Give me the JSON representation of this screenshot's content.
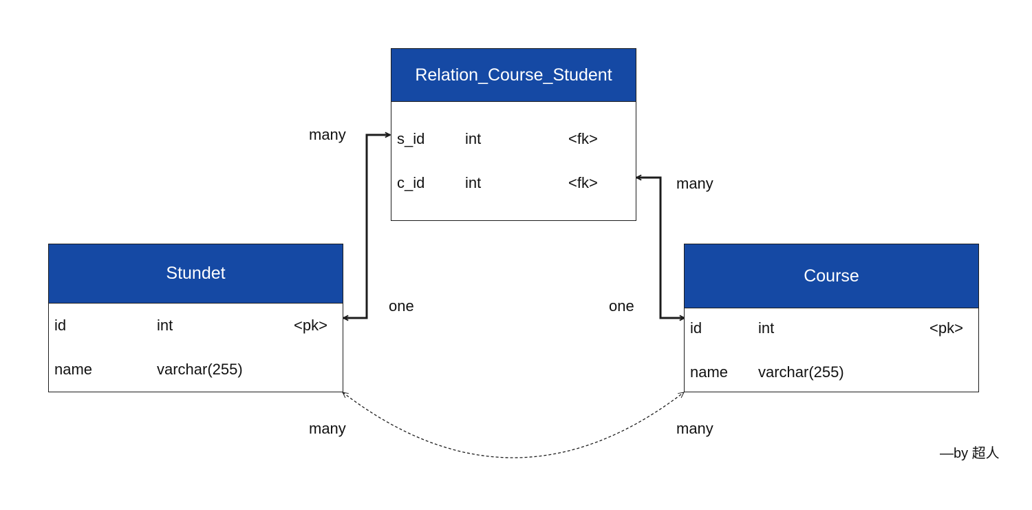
{
  "tables": {
    "relation": {
      "title": "Relation_Course_Student",
      "rows": [
        {
          "name": "s_id",
          "type": "int",
          "key": "<fk>"
        },
        {
          "name": "c_id",
          "type": "int",
          "key": "<fk>"
        }
      ]
    },
    "student": {
      "title": "Stundet",
      "rows": [
        {
          "name": "id",
          "type": "int",
          "key": "<pk>"
        },
        {
          "name": "name",
          "type": "varchar(255)",
          "key": ""
        }
      ]
    },
    "course": {
      "title": "Course",
      "rows": [
        {
          "name": "id",
          "type": "int",
          "key": "<pk>"
        },
        {
          "name": "name",
          "type": "varchar(255)",
          "key": ""
        }
      ]
    }
  },
  "labels": {
    "student_relation_many": "many",
    "student_relation_one": "one",
    "course_relation_many": "many",
    "course_relation_one": "one",
    "student_course_many_left": "many",
    "student_course_many_right": "many"
  },
  "credit": "—by 超人",
  "colors": {
    "header": "#1549a4",
    "header_text": "#ffffff",
    "line": "#1c1c1c"
  }
}
